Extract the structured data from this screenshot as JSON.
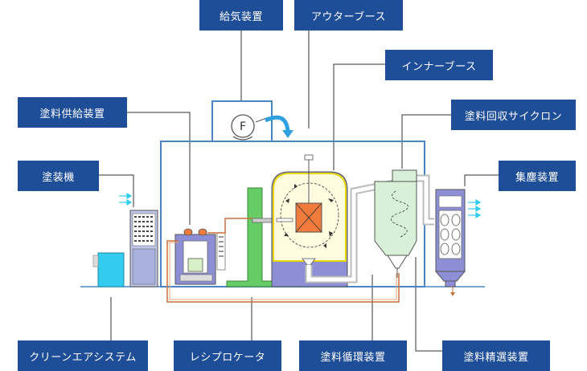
{
  "labels": {
    "air_supply": "給気装置",
    "outer_booth": "アウターブース",
    "inner_booth": "インナーブース",
    "paint_supply": "塗料供給装置",
    "cyclone": "塗料回収サイクロン",
    "coater": "塗装機",
    "dust_collector": "集塵装置",
    "clean_air": "クリーンエアシステム",
    "reciprocator": "レシプロケータ",
    "circulation": "塗料循環装置",
    "sorting": "塗料精選装置"
  },
  "fan_symbol": "F",
  "colors": {
    "label_bg": "#1f4e99",
    "booth_outline": "#4a86c5",
    "inner_booth_fill": "#fffde0",
    "inner_booth_border": "#e8d800",
    "work_piece": "#f07b3c",
    "reciprocator_green": "#66cc66",
    "cyclone_green": "#d8f0d8",
    "clean_air_cyan": "#33ccee",
    "equipment_purple": "#8e8ed6"
  }
}
